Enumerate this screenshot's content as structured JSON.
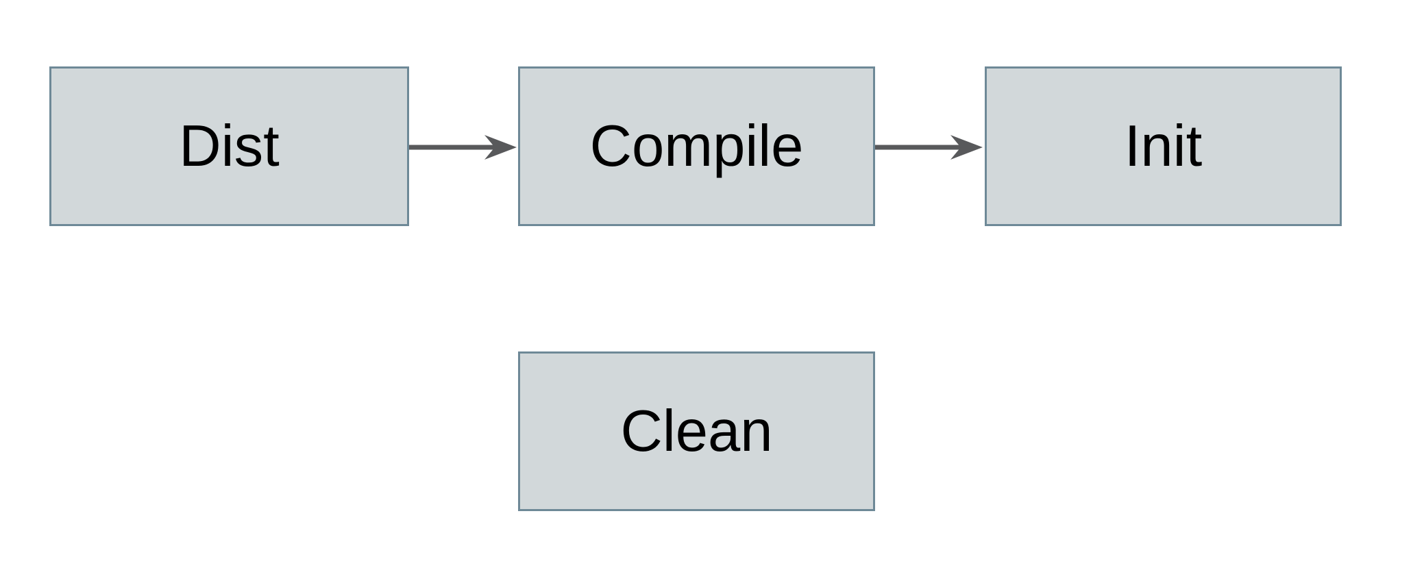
{
  "diagram": {
    "title": "build-targets-flow",
    "nodes": [
      {
        "label": "Dist"
      },
      {
        "label": "Compile"
      },
      {
        "label": "Init"
      },
      {
        "label": "Clean"
      }
    ],
    "edges": [
      {
        "from": "Dist",
        "to": "Compile",
        "direction": "right"
      },
      {
        "from": "Compile",
        "to": "Init",
        "direction": "right"
      }
    ]
  },
  "colors": {
    "background": "#ffffff",
    "node-fill": "#d2d8da",
    "node-border": "#6e8997",
    "arrow": "#58595b",
    "text": "#000000"
  }
}
